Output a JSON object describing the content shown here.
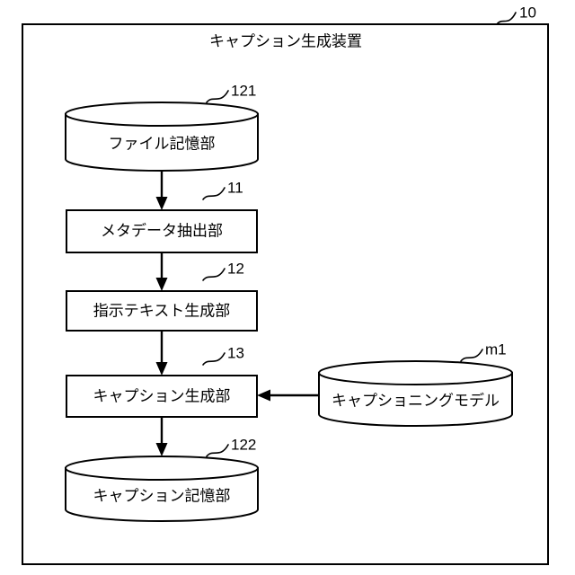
{
  "figure": {
    "title": "キャプション生成装置",
    "device_ref": "10",
    "background_color": "#ffffff",
    "line_color": "#000000"
  },
  "nodes": [
    {
      "id": "file-store",
      "shape": "cylinder",
      "label": "ファイル記憶部",
      "ref": "121"
    },
    {
      "id": "metadata-extractor",
      "shape": "rectangle",
      "label": "メタデータ抽出部",
      "ref": "11"
    },
    {
      "id": "instruction-text-generator",
      "shape": "rectangle",
      "label": "指示テキスト生成部",
      "ref": "12"
    },
    {
      "id": "caption-generator",
      "shape": "rectangle",
      "label": "キャプション生成部",
      "ref": "13"
    },
    {
      "id": "caption-store",
      "shape": "cylinder",
      "label": "キャプション記憶部",
      "ref": "122"
    },
    {
      "id": "captioning-model",
      "shape": "cylinder",
      "label": "キャプショニングモデル",
      "ref": "m1"
    }
  ],
  "connections": [
    {
      "from": "file-store",
      "to": "metadata-extractor",
      "direction": "down"
    },
    {
      "from": "metadata-extractor",
      "to": "instruction-text-generator",
      "direction": "down"
    },
    {
      "from": "instruction-text-generator",
      "to": "caption-generator",
      "direction": "down"
    },
    {
      "from": "caption-generator",
      "to": "caption-store",
      "direction": "down"
    },
    {
      "from": "captioning-model",
      "to": "caption-generator",
      "direction": "left"
    }
  ]
}
